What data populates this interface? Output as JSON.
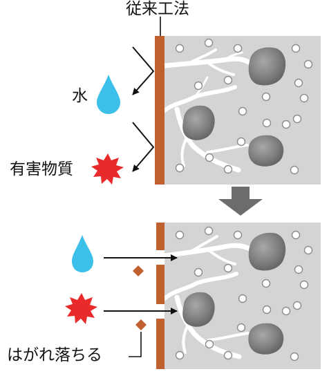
{
  "labels": {
    "conventional_method": "従来工法",
    "water": "水",
    "harmful_substances": "有害物質",
    "peels_off": "はがれ落ちる"
  },
  "colors": {
    "coating": "#c0602f",
    "concrete": "#d4d4d4",
    "aggregate": "#7e7e7e",
    "water_drop": "#3cc0ea",
    "harmful_burst": "#e82a2a",
    "process_arrow": "#6c6c6c",
    "crack": "#ffffff"
  },
  "icons": [
    "water-drop-icon",
    "harmful-burst-icon",
    "down-arrow-icon",
    "paint-flake-icon"
  ]
}
